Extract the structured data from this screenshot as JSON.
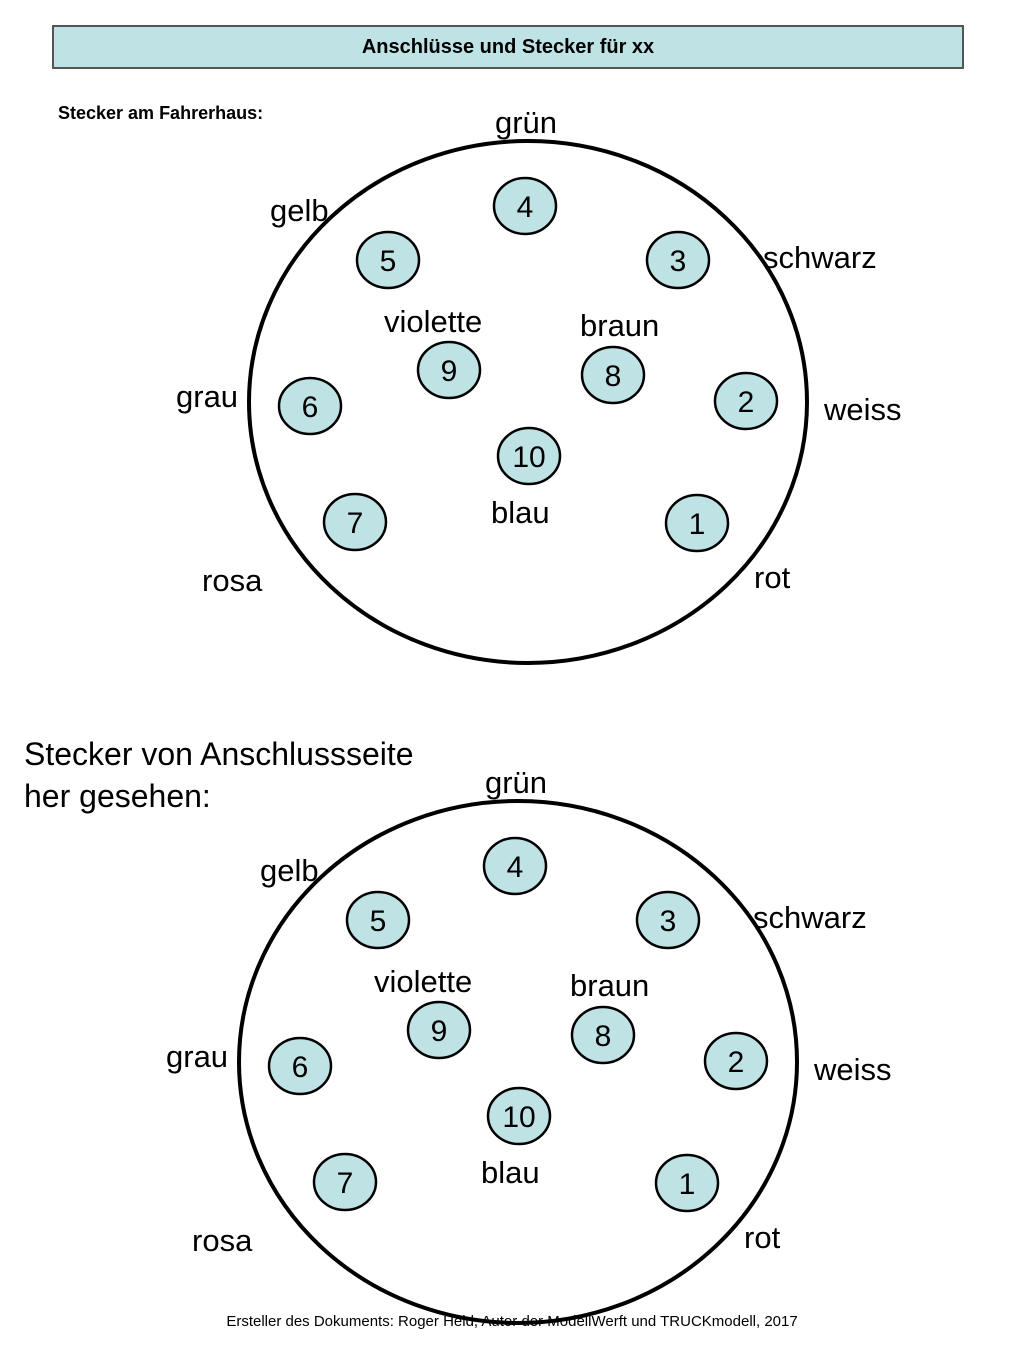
{
  "header": {
    "title": "Anschlüsse und Stecker für xx"
  },
  "section1": {
    "label": "Stecker am Fahrerhaus:"
  },
  "section2": {
    "label_line1": "Stecker von Anschlussseite",
    "label_line2": "her gesehen:"
  },
  "connector": {
    "pins": [
      {
        "number": "1",
        "color": "rot"
      },
      {
        "number": "2",
        "color": "weiss"
      },
      {
        "number": "3",
        "color": "schwarz"
      },
      {
        "number": "4",
        "color": "grün"
      },
      {
        "number": "5",
        "color": "gelb"
      },
      {
        "number": "6",
        "color": "grau"
      },
      {
        "number": "7",
        "color": "rosa"
      },
      {
        "number": "8",
        "color": "braun"
      },
      {
        "number": "9",
        "color": "violette"
      },
      {
        "number": "10",
        "color": "blau"
      }
    ],
    "pin_fill": "#bfe3e5"
  },
  "footer": {
    "text": "Ersteller des Dokuments: Roger Held, Autor der ModellWerft und TRUCKmodell, 2017"
  }
}
